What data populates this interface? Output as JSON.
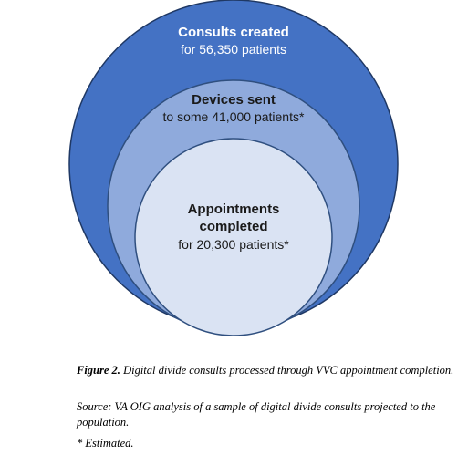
{
  "diagram": {
    "outer": {
      "title": "Consults created",
      "subtitle": "for 56,350 patients",
      "fill": "#4472C4",
      "stroke": "#1F3864",
      "text_color": "#FFFFFF"
    },
    "middle": {
      "title": "Devices sent",
      "subtitle": "to some 41,000 patients*",
      "fill": "#8FAADC",
      "stroke": "#2F4F7F",
      "text_color": "#1A1A1A"
    },
    "inner": {
      "title_line1": "Appointments",
      "title_line2": "completed",
      "subtitle": "for 20,300 patients*",
      "fill": "#DAE3F3",
      "stroke": "#2F4F7F",
      "text_color": "#1A1A1A"
    }
  },
  "caption": {
    "figure_label": "Figure 2.",
    "figure_text": "Digital divide consults processed through VVC appointment completion.",
    "source": "Source: VA OIG analysis of a sample of digital divide consults projected to the population.",
    "note": "* Estimated."
  }
}
